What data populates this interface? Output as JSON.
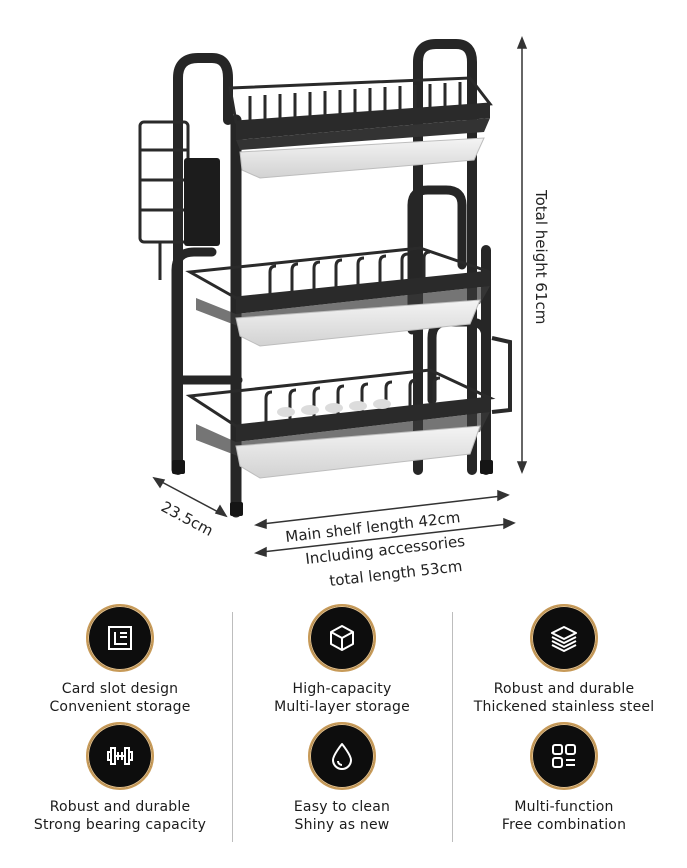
{
  "dimensions": {
    "total_height": "Total height 61cm",
    "depth": "23.5cm",
    "main_shelf": "Main shelf length 42cm",
    "accessories_line1": "Including accessories",
    "accessories_line2": "total length 53cm"
  },
  "features": [
    {
      "icon": "card-slot-icon",
      "line1": "Card slot design",
      "line2": "Convenient storage"
    },
    {
      "icon": "cube-icon",
      "line1": "High-capacity",
      "line2": "Multi-layer storage"
    },
    {
      "icon": "layers-icon",
      "line1": "Robust and durable",
      "line2": "Thickened stainless steel"
    },
    {
      "icon": "dumbbell-icon",
      "line1": "Robust and durable",
      "line2": "Strong bearing capacity"
    },
    {
      "icon": "water-drop-icon",
      "line1": "Easy to clean",
      "line2": "Shiny as new"
    },
    {
      "icon": "grid-icon",
      "line1": "Multi-function",
      "line2": "Free combination"
    }
  ],
  "colors": {
    "accent_gold": "#c79a58",
    "badge_fill": "#0d0d0d",
    "rack": "#2a2a2a"
  }
}
